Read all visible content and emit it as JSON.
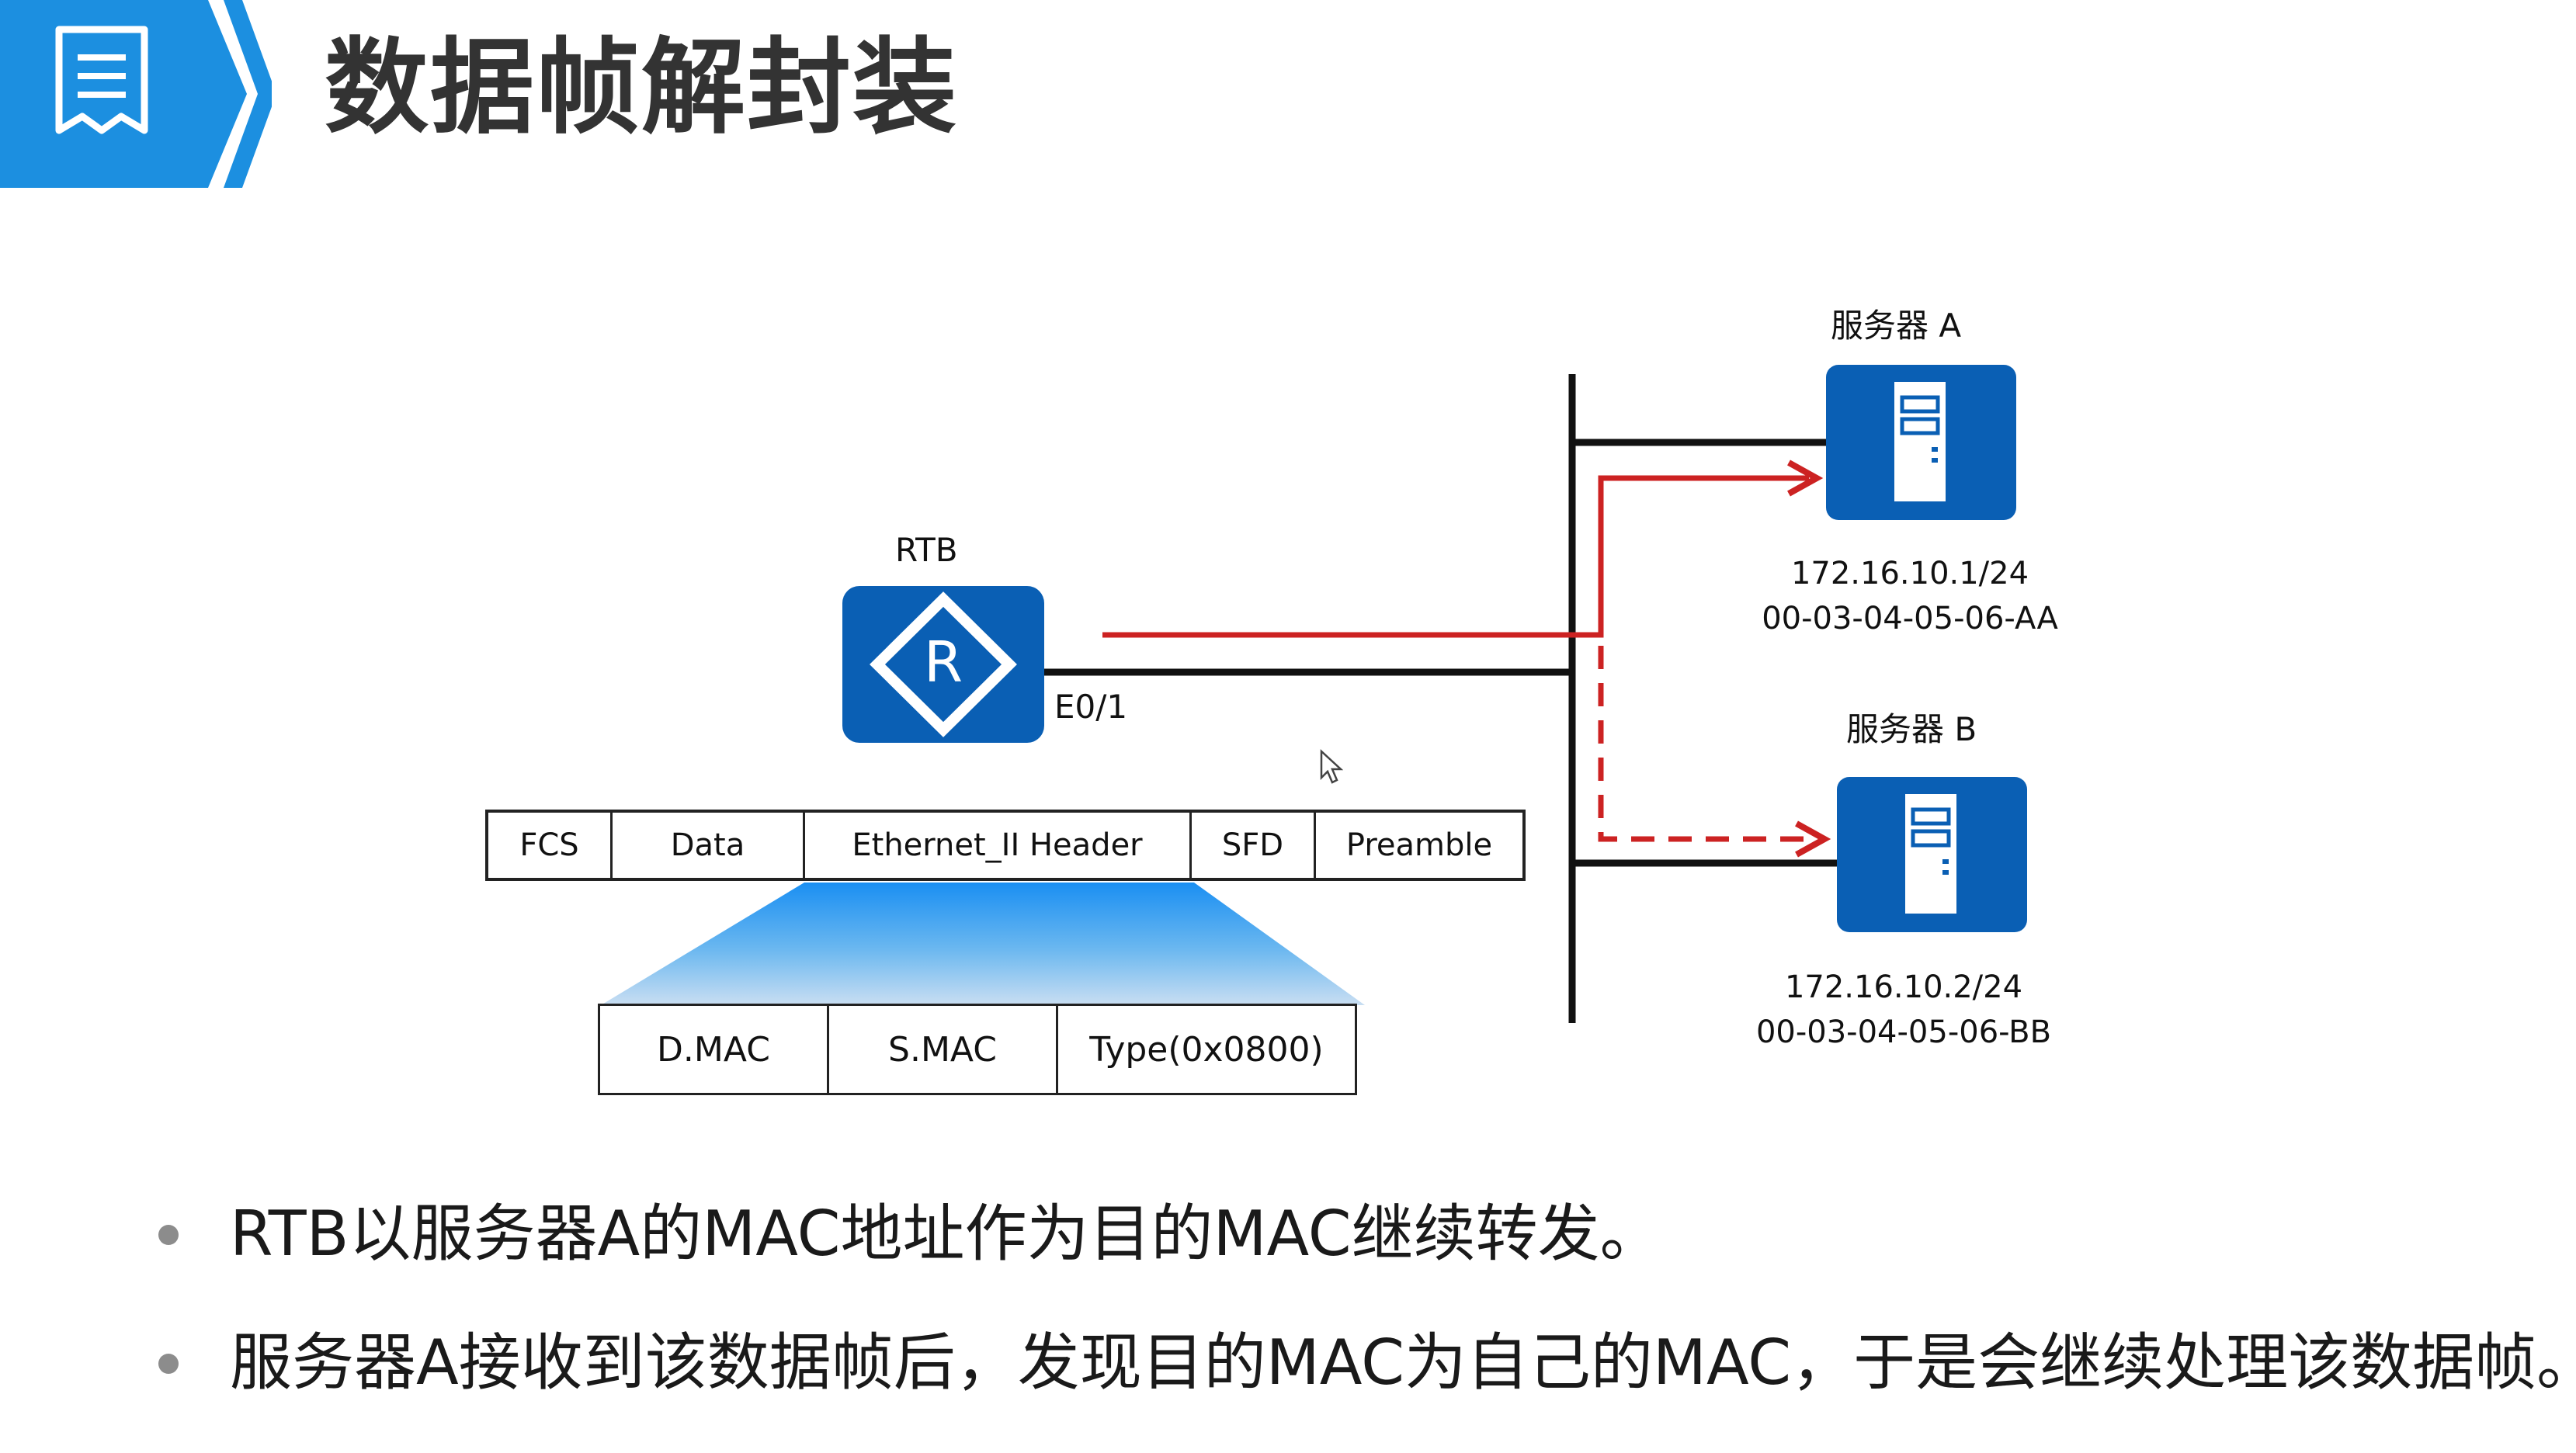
{
  "title": "数据帧解封装",
  "colors": {
    "accent_blue": "#1c8fe0",
    "device_blue": "#0a5fb4",
    "link_red": "#cc2222",
    "line_black": "#111111"
  },
  "icons": {
    "header": "document-list-icon",
    "router": "router-icon",
    "server": "server-icon",
    "cursor": "mouse-cursor-icon"
  },
  "devices": {
    "router": {
      "name": "RTB",
      "interface": "E0/1"
    },
    "server_a": {
      "name": "服务器 A",
      "ip": "172.16.10.1/24",
      "mac": "00-03-04-05-06-AA"
    },
    "server_b": {
      "name": "服务器 B",
      "ip": "172.16.10.2/24",
      "mac": "00-03-04-05-06-BB"
    }
  },
  "frame": {
    "fields": [
      "FCS",
      "Data",
      "Ethernet_II Header",
      "SFD",
      "Preamble"
    ],
    "header_fields": [
      "D.MAC",
      "S.MAC",
      "Type(0x0800)"
    ]
  },
  "bullets": [
    "RTB以服务器A的MAC地址作为目的MAC继续转发。",
    "服务器A接收到该数据帧后，发现目的MAC为自己的MAC，于是会继续处理该数据帧。"
  ]
}
